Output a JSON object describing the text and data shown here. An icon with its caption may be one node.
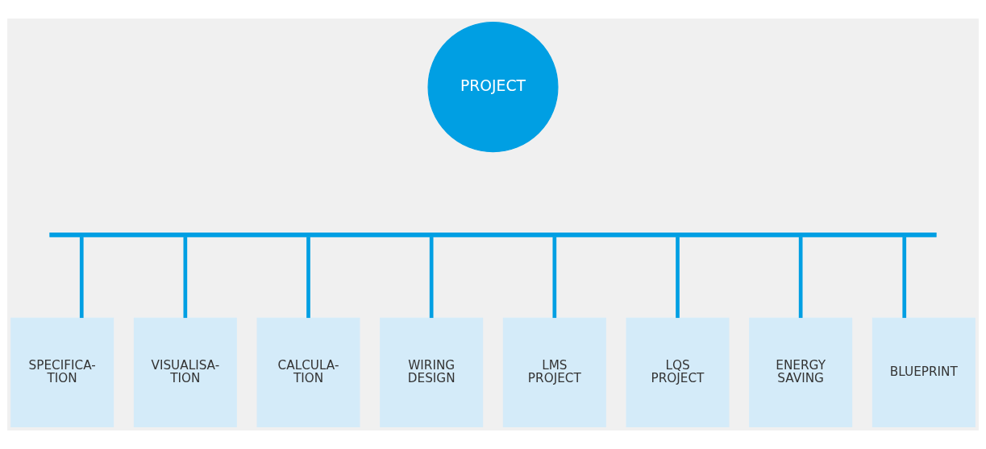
{
  "diagram": {
    "nodes": [
      {
        "text": [
          "PROJECT"
        ]
      },
      {
        "text": [],
        "shape": "bar"
      },
      {
        "text": [
          "SPECIFICA- TION"
        ]
      },
      {
        "text": [
          "VISUALISA- TION"
        ]
      },
      {
        "text": [
          "CALCULA- TION"
        ]
      },
      {
        "text": [
          "WIRING DESIGN"
        ]
      },
      {
        "text": [
          "LMS PROJECT"
        ]
      },
      {
        "text": [
          "LQS PROJECT"
        ]
      },
      {
        "text": [
          "ENERGY SAVING"
        ]
      },
      {
        "text": [
          "BLUEPRINT"
        ]
      }
    ],
    "edges": [
      {
        "from": 1,
        "to": 2,
        "arrow": "none"
      },
      {
        "from": 1,
        "to": 3,
        "arrow": "none"
      },
      {
        "from": 1,
        "to": 4,
        "arrow": "none"
      },
      {
        "from": 1,
        "to": 5,
        "arrow": "none"
      },
      {
        "from": 1,
        "to": 6,
        "arrow": "none"
      },
      {
        "from": 1,
        "to": 7,
        "arrow": "none"
      },
      {
        "from": 1,
        "to": 8,
        "arrow": "none"
      },
      {
        "from": 1,
        "to": 9,
        "arrow": "none"
      }
    ]
  }
}
